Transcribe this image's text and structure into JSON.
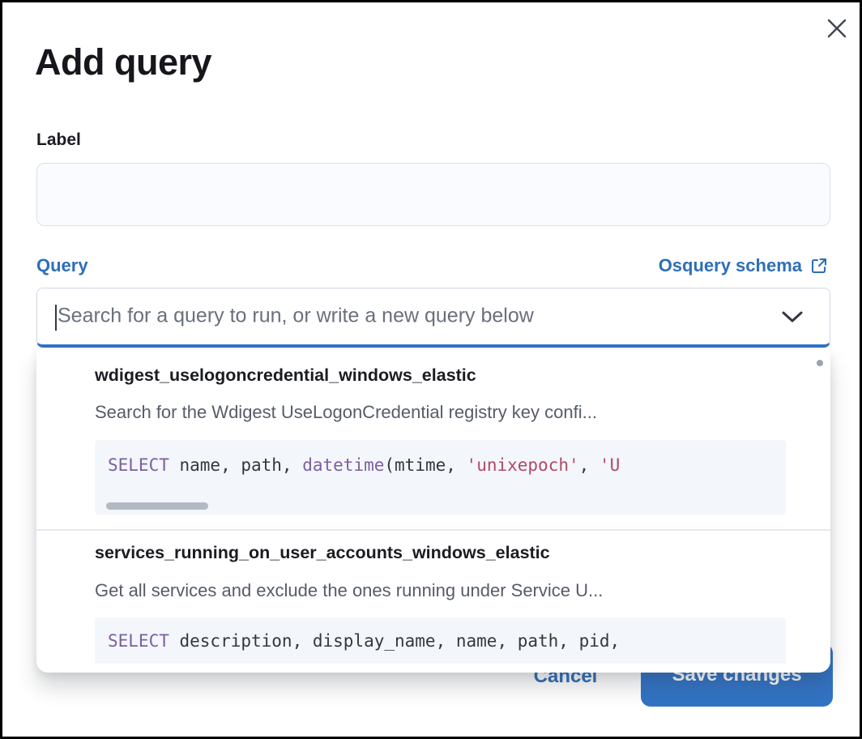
{
  "colors": {
    "primary_button": "#3273c4",
    "link_blue": "#2e6fb7",
    "code_keyword": "#7d5fa0",
    "code_string": "#b04a66",
    "code_background": "#f3f6fa"
  },
  "modal": {
    "title": "Add query"
  },
  "form": {
    "label_field": {
      "label": "Label",
      "value": "",
      "placeholder": ""
    },
    "query_field": {
      "label": "Query",
      "schema_link_label": "Osquery schema",
      "placeholder": "Search for a query to run, or write a new query below"
    }
  },
  "dropdown": {
    "options": [
      {
        "title": "wdigest_uselogoncredential_windows_elastic",
        "description": "Search for the Wdigest UseLogonCredential registry key confi...",
        "code": [
          "SELECT",
          " name, path, ",
          "datetime",
          "(mtime, ",
          "'unixepoch'",
          ", ",
          "'U"
        ]
      },
      {
        "title": "services_running_on_user_accounts_windows_elastic",
        "description": "Get all services and exclude the ones running under Service U...",
        "code": [
          "SELECT",
          " description, display_name, name, path, pid,"
        ]
      }
    ]
  },
  "footer": {
    "cancel_label": "Cancel",
    "save_label": "Save changes"
  }
}
